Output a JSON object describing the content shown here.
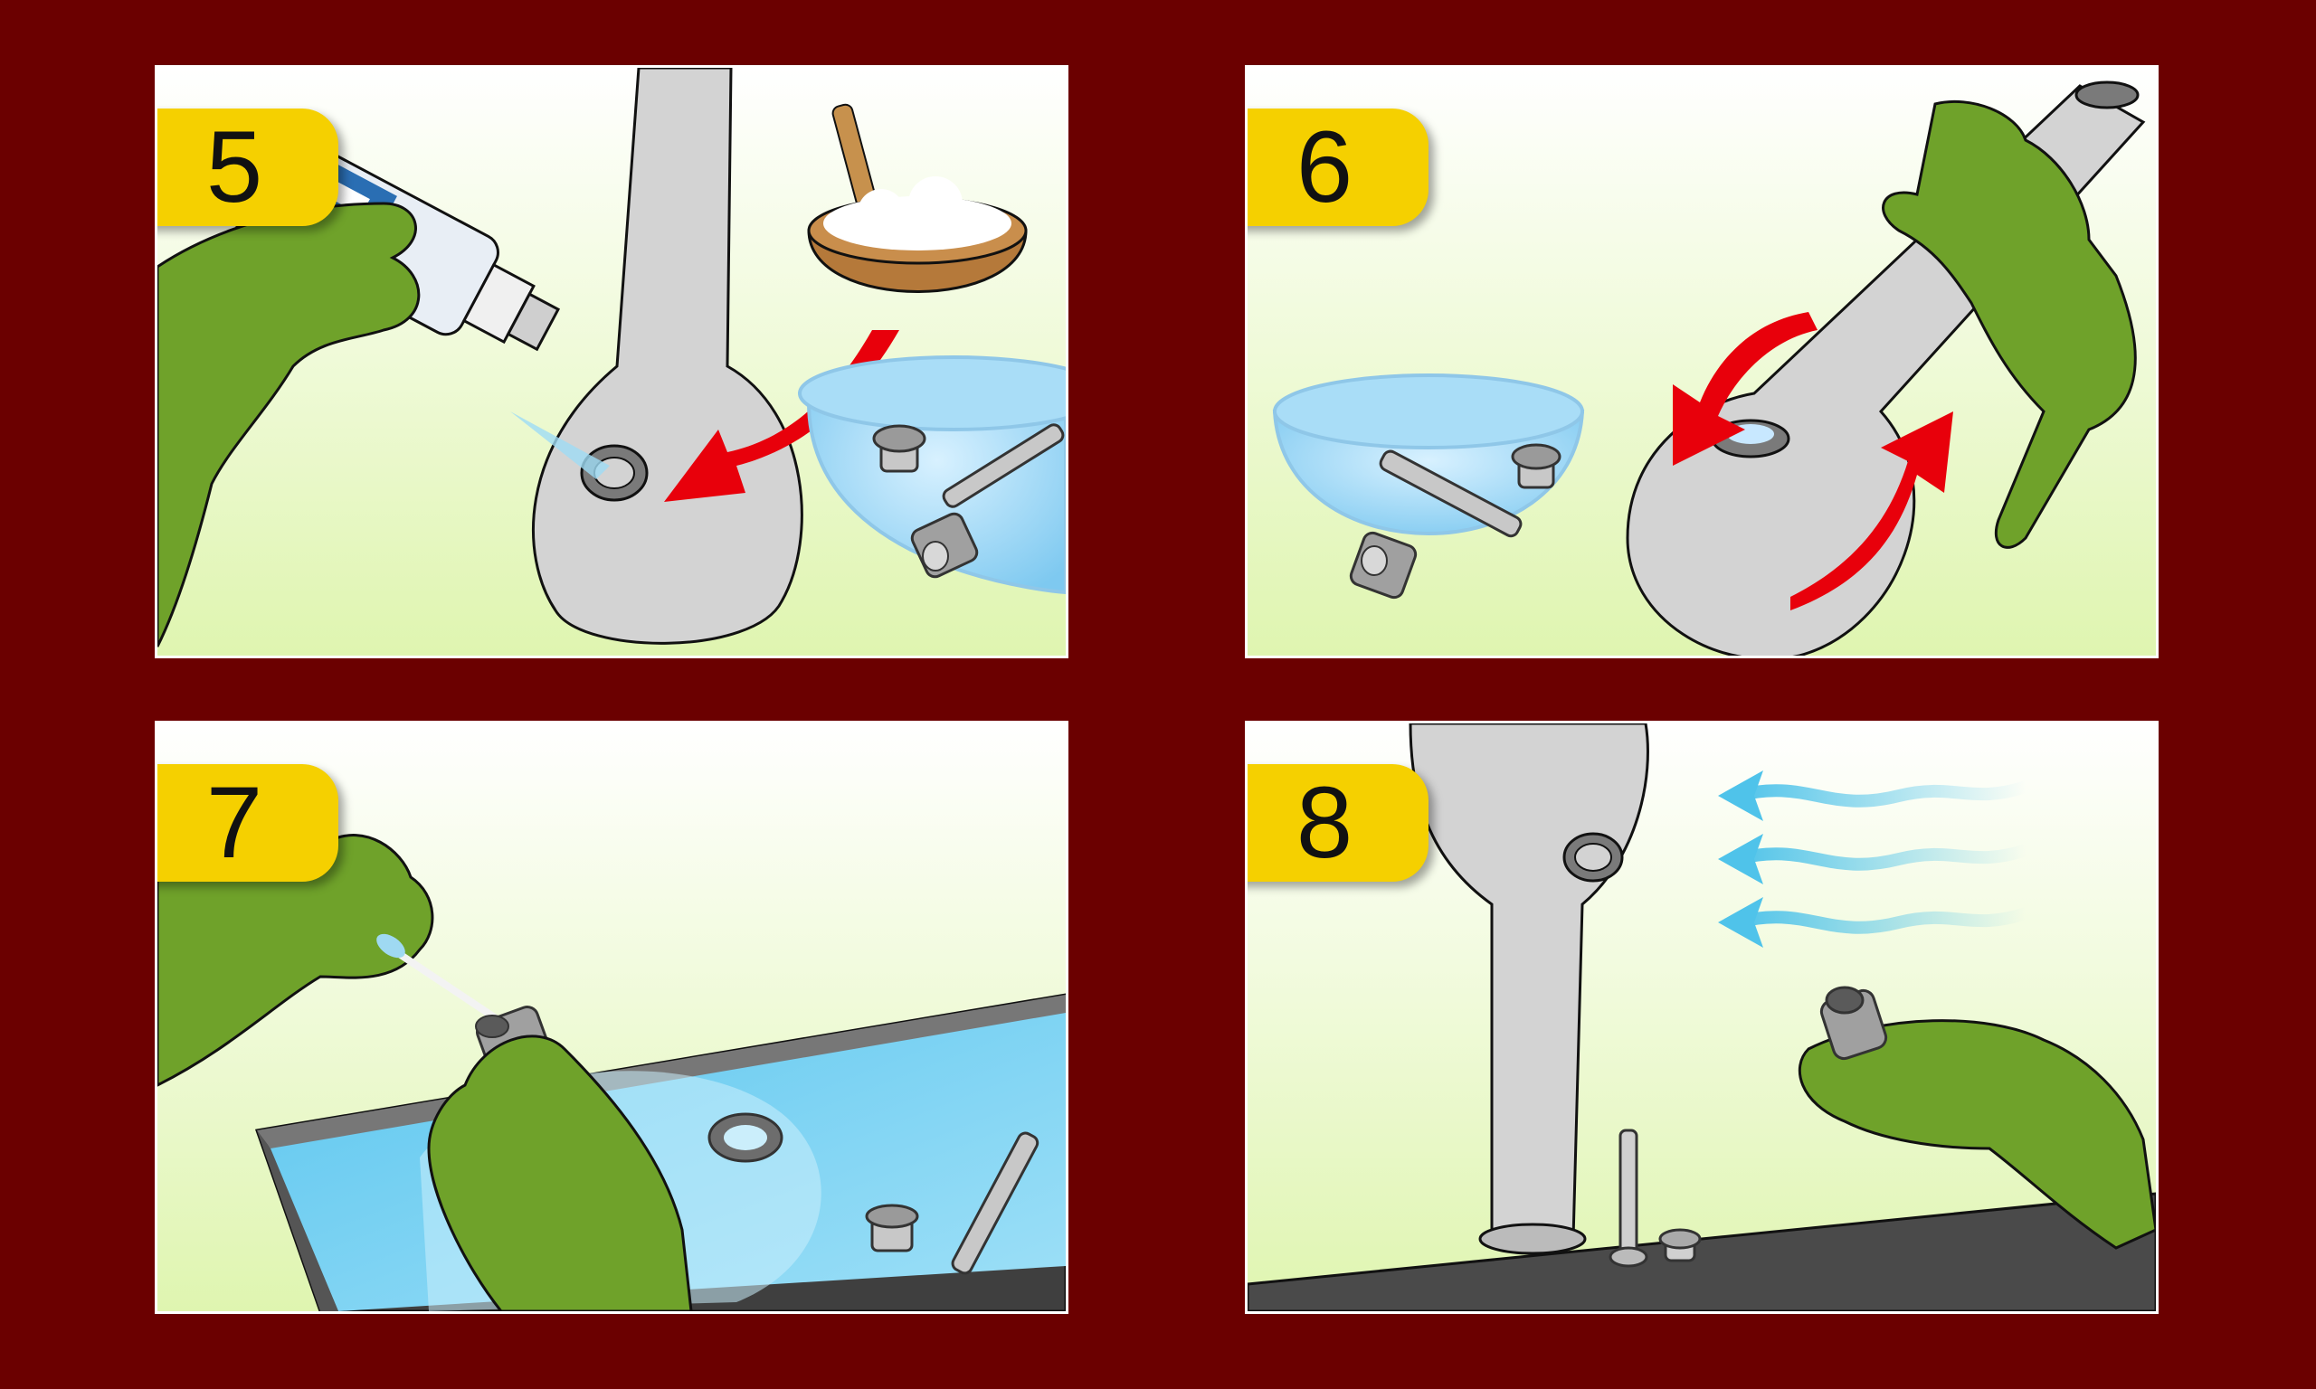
{
  "steps": [
    {
      "number": "5"
    },
    {
      "number": "6"
    },
    {
      "number": "7"
    },
    {
      "number": "8"
    }
  ],
  "colors": {
    "background": "#6b0000",
    "badge": "#f5d000",
    "glove": "#6fa22a",
    "glass": "#d3d3d3",
    "water": "#8fd3f0",
    "arrow": "#e8000b",
    "air": "#4fc3ea",
    "counter": "#4a4a4a"
  }
}
